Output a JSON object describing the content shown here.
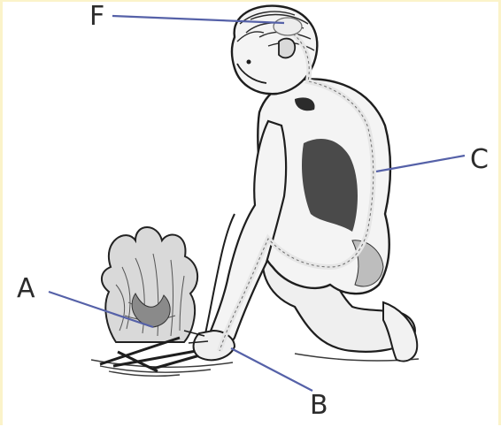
{
  "labels": {
    "a": "A",
    "b": "B",
    "c": "C",
    "f": "F"
  },
  "colors": {
    "ink": "#1e1e1e",
    "pointer": "#5561a8",
    "nerve": "#e0e0e0",
    "page_border": "#fbf3c9"
  },
  "illustration": "kneeling-child-reaching-toward-fire-icon"
}
